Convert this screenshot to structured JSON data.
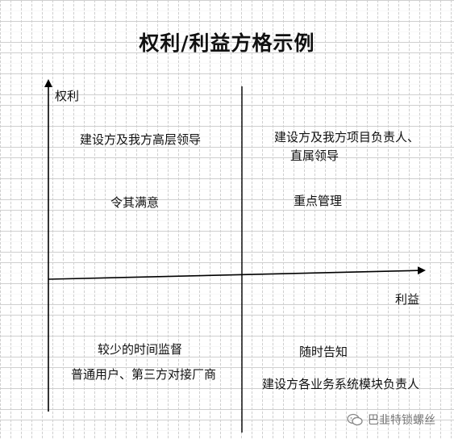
{
  "title": "权利/利益方格示例",
  "axes": {
    "y_label": "权利",
    "x_label": "利益"
  },
  "quadrants": {
    "top_left": {
      "stakeholder": "建设方及我方高层领导",
      "strategy": "令其满意"
    },
    "top_right": {
      "stakeholder_line1": "建设方及我方项目负责人、",
      "stakeholder_line2": "直属领导",
      "strategy": "重点管理"
    },
    "bottom_left": {
      "strategy": "较少的时间监督",
      "stakeholder": "普通用户、第三方对接厂商"
    },
    "bottom_right": {
      "strategy": "随时告知",
      "stakeholder": "建设方各业务系统模块负责人"
    }
  },
  "watermark": {
    "icon": "wechat-icon",
    "text": "巴韭特锁螺丝"
  },
  "colors": {
    "axis": "#000000",
    "grid": "#cfcfcf"
  }
}
